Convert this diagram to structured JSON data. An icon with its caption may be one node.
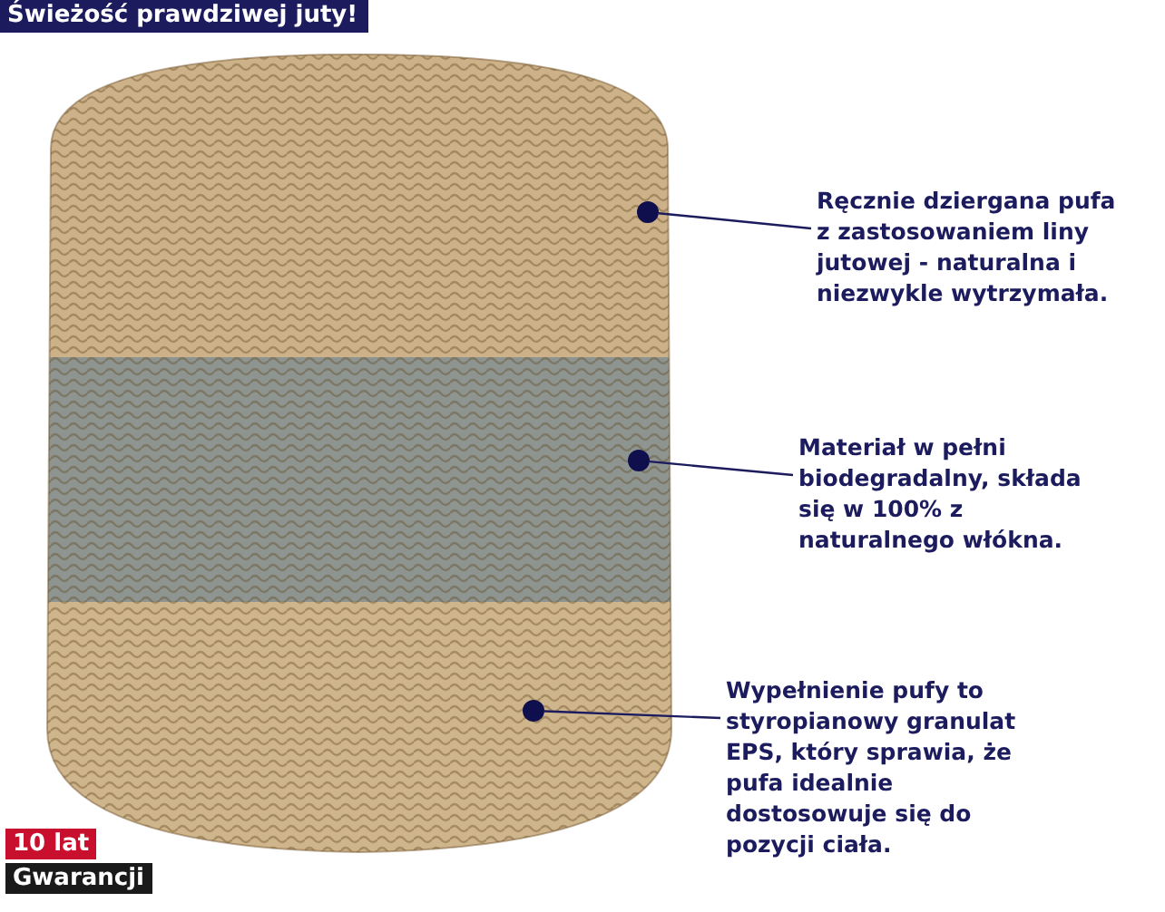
{
  "diagram": {
    "title": "Świeżość prawdziwej juty!",
    "nodes": [
      {
        "text": [
          "Ręcznie dziergana pufa z zastosowaniem liny jutowej - naturalna i niezwykle wytrzymała."
        ]
      },
      {
        "text": [],
        "shape": "circle"
      },
      {
        "text": [
          "Materiał w pełni biodegradalny, składa się w 100% z naturalnego włókna."
        ]
      },
      {
        "text": [],
        "shape": "circle"
      },
      {
        "text": [
          "Wypełnienie pufy to styropianowy granulat EPS, który sprawia, że pufa idealnie dostosowuje się do pozycji ciała."
        ]
      },
      {
        "text": [],
        "shape": "circle"
      }
    ],
    "edges": [
      {
        "from": 0,
        "to": 1,
        "arrow": "none"
      },
      {
        "from": 2,
        "to": 3,
        "arrow": "none"
      },
      {
        "from": 4,
        "to": 5,
        "arrow": "none"
      }
    ],
    "labels": [
      "10 lat",
      "Gwarancji"
    ]
  }
}
